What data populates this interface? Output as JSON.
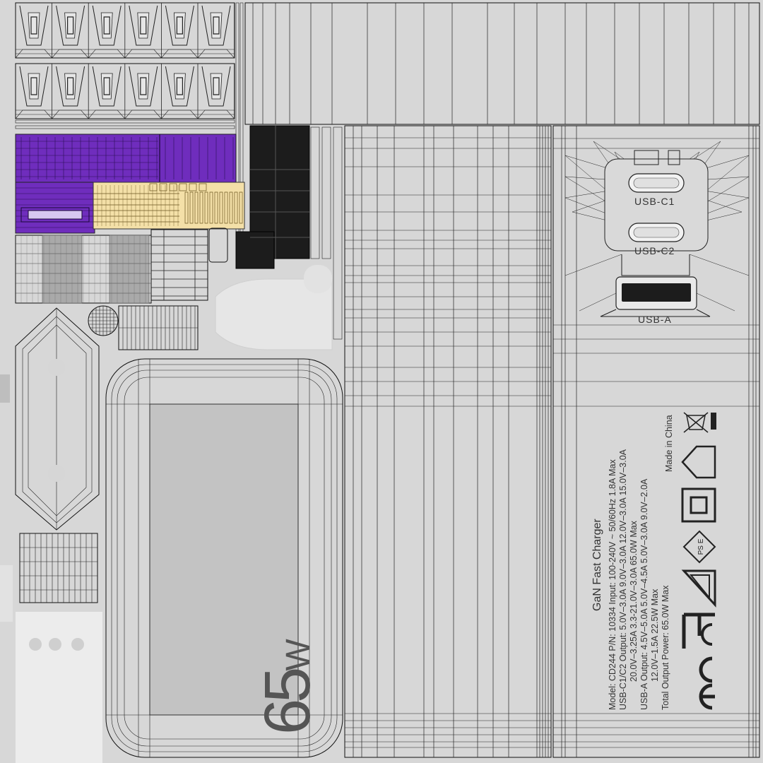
{
  "ports": {
    "usb_c1": "USB-C1",
    "usb_c2": "USB-C2",
    "usb_a": "USB-A"
  },
  "label": {
    "title": "GaN Fast Charger",
    "lines": [
      "Model: CD244    P/N: 10334    Input: 100-240V ~ 50/60Hz 1.8A Max",
      "USB-C1/C2 Output: 5.0V–3.0A  9.0V–3.0A  12.0V–3.0A  15.0V–3.0A",
      "20.0V–3.25A  3.3-21.0V–3.0A  65.0W Max",
      "USB-A Output: 4.5V–5.0A  5.0V–4.5A  5.0V–3.0A  9.0V–2.0A",
      "12.0V–1.5A  22.5W Max",
      "Total Output Power: 65.0W Max"
    ],
    "made_in": "Made in China"
  },
  "wattage": {
    "number": "65",
    "unit": "W"
  },
  "colors": {
    "background": "#d7d7d7",
    "purple": "#6f2dbd",
    "yellow": "#f4e0a8",
    "black": "#1c1c1c",
    "wire": "#111111"
  },
  "icons": [
    "ce-mark-icon",
    "fc-mark-icon",
    "safety-mark-icon",
    "pse-mark-icon",
    "double-insulation-icon",
    "indoor-use-icon",
    "weee-bin-icon"
  ]
}
